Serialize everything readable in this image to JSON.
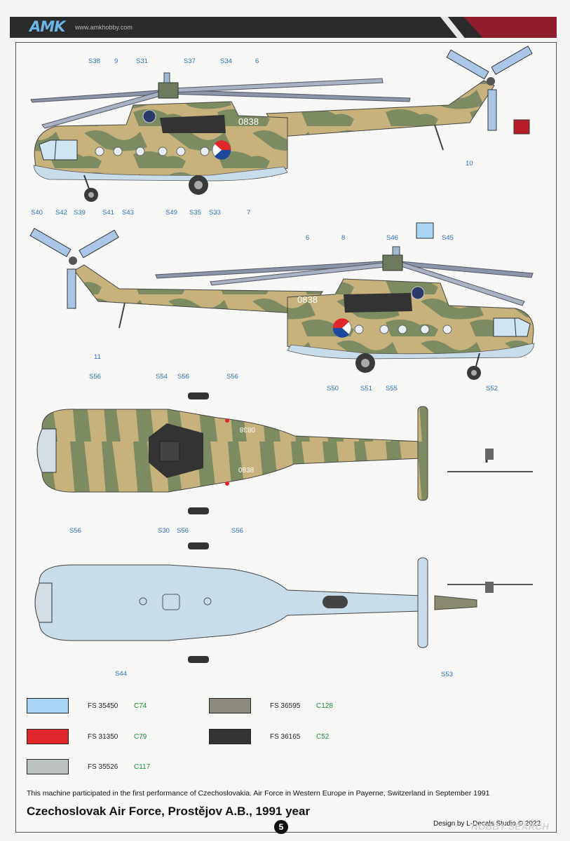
{
  "header": {
    "logo": "AMK",
    "url": "www.amkhobby.com"
  },
  "views": {
    "left_side": {
      "serial": "0838",
      "callouts": [
        "S38",
        "9",
        "S31",
        "S37",
        "S34",
        "6",
        "10",
        "S40",
        "S42",
        "S39",
        "S41",
        "S43",
        "S49",
        "S35",
        "S33",
        "7"
      ]
    },
    "right_side": {
      "serial": "0838",
      "callouts": [
        "6",
        "8",
        "S46",
        "S45",
        "11",
        "S50",
        "S51",
        "S55",
        "S52"
      ]
    },
    "top": {
      "callouts": [
        "S56",
        "S54",
        "S56",
        "S56",
        "S56",
        "S30",
        "S56",
        "S56"
      ]
    },
    "bottom": {
      "callouts": [
        "S44",
        "S53"
      ]
    }
  },
  "legend": [
    {
      "fs": "FS 35450",
      "code": "C74",
      "color": "#a9d6f5"
    },
    {
      "fs": "FS 36595",
      "code": "C128",
      "color": "#8e8b7e"
    },
    {
      "fs": "FS 31350",
      "code": "C79",
      "color": "#e0262b"
    },
    {
      "fs": "FS 36165",
      "code": "C52",
      "color": "#333333"
    },
    {
      "fs": "FS 35526",
      "code": "C117",
      "color": "#bcc3c1"
    }
  ],
  "colors": {
    "sand": "#c8b27c",
    "green": "#7d8b63",
    "dark": "#333333",
    "underside": "#c9dcea",
    "crimson": "#8e1c2c"
  },
  "note": "This machine participated in the first performance of Czechoslovakia. Air Force in Western Europe in Payerne, Switzerland in September 1991",
  "title": "Czechoslovak Air Force, Prostějov A.B., 1991 year",
  "page_number": "5",
  "credit": "Design by L-Decals Studio © 2022",
  "watermark": "HOBBY SEARCH"
}
